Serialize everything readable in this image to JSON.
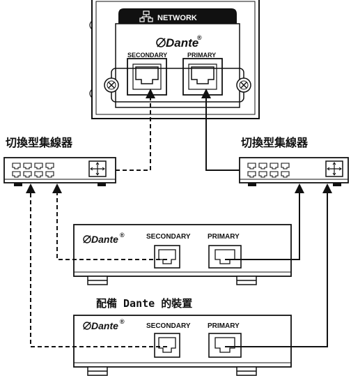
{
  "network_panel": {
    "title": "NETWORK",
    "brand": "Dante",
    "secondary_label": "SECONDARY",
    "primary_label": "PRIMARY"
  },
  "switches": [
    {
      "label": "切換型集線器"
    },
    {
      "label": "切換型集線器"
    }
  ],
  "devices_caption": "配備 Dante 的裝置",
  "devices": [
    {
      "brand": "Dante",
      "secondary_label": "SECONDARY",
      "primary_label": "PRIMARY"
    },
    {
      "brand": "Dante",
      "secondary_label": "SECONDARY",
      "primary_label": "PRIMARY"
    }
  ],
  "icons": [
    "network-icon",
    "switch-uplink-icon",
    "ethernet-port-icon",
    "dante-logo-icon"
  ]
}
